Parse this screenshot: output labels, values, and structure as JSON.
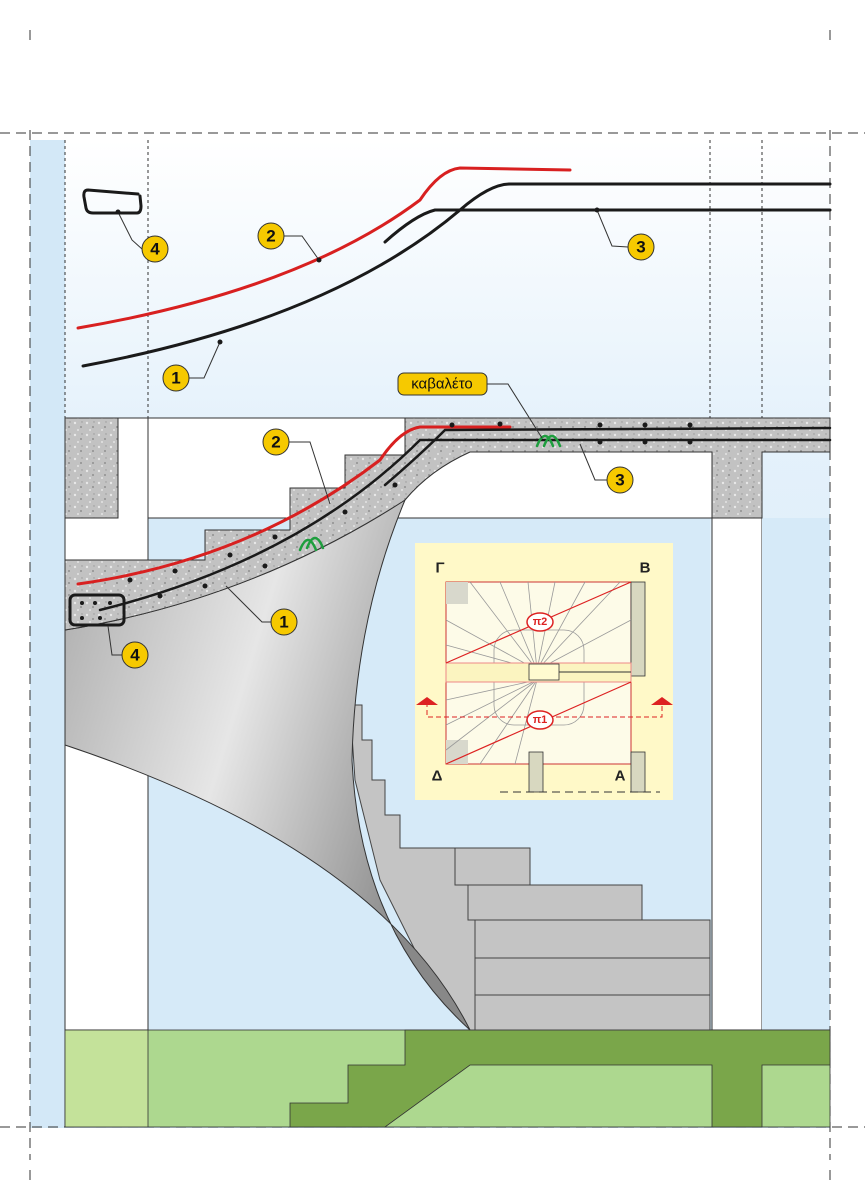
{
  "callouts": {
    "top": {
      "bar1": "1",
      "bar2": "2",
      "bar3": "3",
      "bar4": "4"
    },
    "section": {
      "bar1": "1",
      "bar2": "2",
      "bar3": "3",
      "bar4": "4"
    },
    "chair_label": "καβαλέτο"
  },
  "plan": {
    "corners": {
      "top_left": "Γ",
      "top_right": "Β",
      "bottom_left": "Δ",
      "bottom_right": "Α"
    },
    "flights": {
      "upper": "π2",
      "lower": "π1"
    }
  },
  "colors": {
    "rebar_main": "#d82020",
    "rebar": "#1a1a1a",
    "stirrup": "#1e9e3e",
    "callout": "#f6c900",
    "plan_bg": "#fff9c8",
    "ground_dark": "#7aa64a",
    "ground_light": "#add88f"
  }
}
